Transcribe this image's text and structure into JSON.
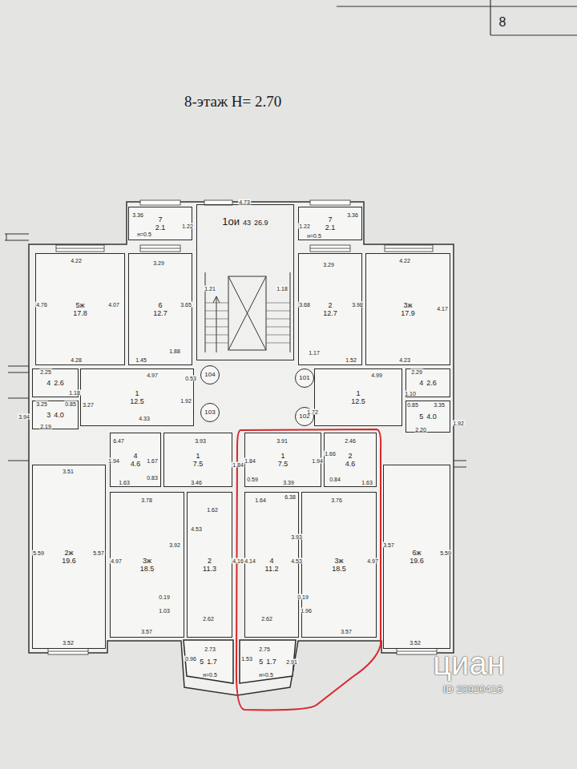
{
  "diagram": {
    "title": "8-этаж H= 2.70",
    "nodes": [
      {
        "text": [
          "7",
          "2.1"
        ]
      },
      {
        "text": [
          "1ои",
          "43",
          "26.9"
        ]
      },
      {
        "text": [
          "7",
          "2.1"
        ]
      },
      {
        "text": [
          "5ж",
          "17.8"
        ]
      },
      {
        "text": [
          "6",
          "12.7"
        ]
      },
      {
        "text": [
          "2",
          "12.7"
        ]
      },
      {
        "text": [
          "3ж",
          "17.9"
        ]
      },
      {
        "text": [
          "4",
          "2.6"
        ]
      },
      {
        "text": [
          "1",
          "12.5"
        ]
      },
      {
        "text": [
          "104"
        ]
      },
      {
        "text": [
          "101"
        ]
      },
      {
        "text": [
          "1",
          "12.5"
        ]
      },
      {
        "text": [
          "4",
          "2.6"
        ]
      },
      {
        "text": [
          "3",
          "4.0"
        ]
      },
      {
        "text": [
          "103"
        ]
      },
      {
        "text": [
          "102"
        ]
      },
      {
        "text": [
          "5",
          "4.0"
        ]
      },
      {
        "text": [
          "4",
          "4.6"
        ]
      },
      {
        "text": [
          "1",
          "7.5"
        ]
      },
      {
        "text": [
          "1",
          "7.5"
        ]
      },
      {
        "text": [
          "2",
          "4.6"
        ]
      },
      {
        "text": [
          "2ж",
          "19.6"
        ]
      },
      {
        "text": [
          "3ж",
          "18.5"
        ]
      },
      {
        "text": [
          "2",
          "11.3"
        ]
      },
      {
        "text": [
          "4",
          "11.2"
        ]
      },
      {
        "text": [
          "3ж",
          "18.5"
        ]
      },
      {
        "text": [
          "6ж",
          "19.6"
        ]
      },
      {
        "text": [
          "5",
          "1.7"
        ]
      },
      {
        "text": [
          "5",
          "1.7"
        ]
      }
    ],
    "labels": [
      "8",
      "3.36",
      "н=0.5",
      "1.22",
      "4.73",
      "1.22",
      "н=0.5",
      "3.36",
      "4.22",
      "3.29",
      "4.76",
      "4.07",
      "3.65",
      "4.28",
      "1.45",
      "1.88",
      "3.29",
      "4.22",
      "3.68",
      "3.98",
      "4.17",
      "4.23",
      "1.52",
      "1.17",
      "1.21",
      "1.18",
      "4.97",
      "2.25",
      "1.18",
      "0.53",
      "1.92",
      "4.33",
      "3.27",
      "3.25",
      "0.85",
      "2.19",
      "3.94",
      "4.99",
      "2.29",
      "1.10",
      "1.72",
      "0.85",
      "3.35",
      "2.20",
      "1.92",
      "6.47",
      "3.93",
      "1.94",
      "1.67",
      "0.83",
      "1.63",
      "3.46",
      "1.84",
      "3.78",
      "1.62",
      "4.97",
      "3.92",
      "4.53",
      "4.16",
      "0.19",
      "1.03",
      "2.62",
      "3.57",
      "3.51",
      "5.59",
      "5.57",
      "3.52",
      "3.91",
      "2.46",
      "1.84",
      "1.94",
      "1.66",
      "0.59",
      "3.39",
      "0.84",
      "1.63",
      "1.64",
      "6.38",
      "3.76",
      "4.14",
      "3.93",
      "4.53",
      "4.97",
      "0.19",
      "1.96",
      "2.62",
      "3.57",
      "3.57",
      "5.59",
      "3.52",
      "0.96",
      "2.73",
      "н=0.5",
      "1.53",
      "2.75",
      "2.91",
      "н=0.5",
      "циан",
      "ID 20920416"
    ]
  }
}
